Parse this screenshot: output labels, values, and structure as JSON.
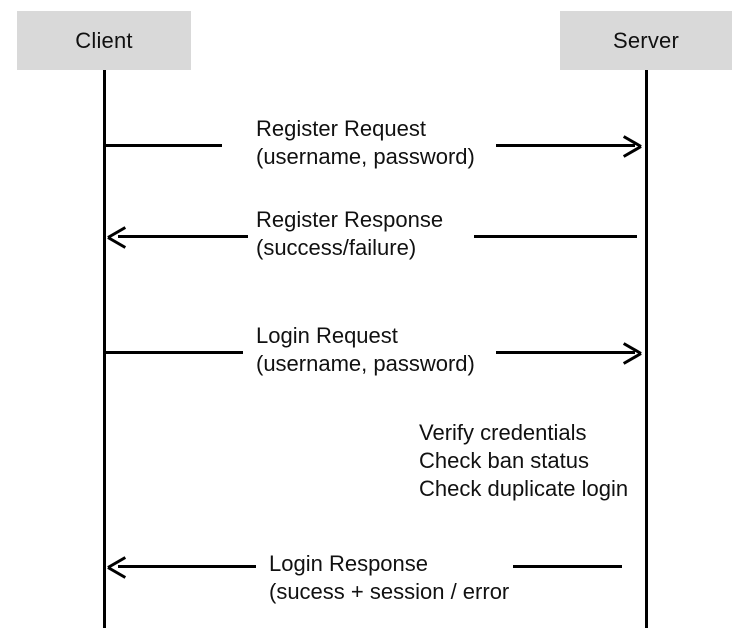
{
  "diagram": {
    "type": "sequence-diagram",
    "background_color": "#ffffff",
    "line_color": "#000000",
    "participant_box_color": "#d9d9d9",
    "participants": [
      {
        "id": "client",
        "label": "Client"
      },
      {
        "id": "server",
        "label": "Server"
      }
    ],
    "messages": [
      {
        "id": "register-request",
        "from": "client",
        "to": "server",
        "direction": "right",
        "line1": "Register Request",
        "line2": "(username, password)"
      },
      {
        "id": "register-response",
        "from": "server",
        "to": "client",
        "direction": "left",
        "line1": "Register Response",
        "line2": "(success/failure)"
      },
      {
        "id": "login-request",
        "from": "client",
        "to": "server",
        "direction": "right",
        "line1": "Login Request",
        "line2": "(username, password)"
      },
      {
        "id": "login-response",
        "from": "server",
        "to": "client",
        "direction": "left",
        "line1": "Login Response",
        "line2": "(sucess + session / error"
      }
    ],
    "note": {
      "id": "server-processing-note",
      "owner": "server",
      "lines": [
        "Verify credentials",
        "Check ban status",
        "Check duplicate login"
      ]
    }
  }
}
